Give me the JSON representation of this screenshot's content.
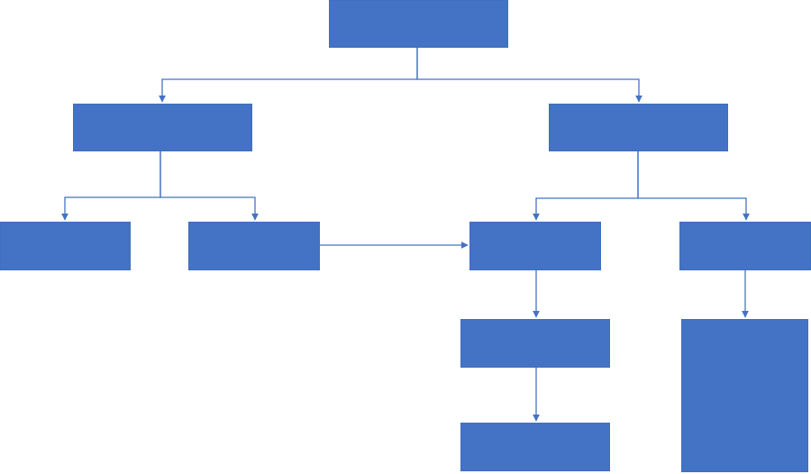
{
  "colors": {
    "node_fill": "#4472c4",
    "node_border": "#3f6fbf",
    "connector": "#4472c4",
    "background": "#ffffff"
  },
  "nodes": [
    {
      "id": "root",
      "label": ""
    },
    {
      "id": "left-branch",
      "label": ""
    },
    {
      "id": "right-branch",
      "label": ""
    },
    {
      "id": "left-leaf-a",
      "label": ""
    },
    {
      "id": "left-leaf-b",
      "label": ""
    },
    {
      "id": "right-child-a",
      "label": ""
    },
    {
      "id": "right-child-b",
      "label": ""
    },
    {
      "id": "right-grandchild-a1",
      "label": ""
    },
    {
      "id": "right-grandchild-a2",
      "label": ""
    },
    {
      "id": "right-grandchild-b1",
      "label": ""
    }
  ],
  "edges": [
    {
      "from": "root",
      "to": "left-branch"
    },
    {
      "from": "root",
      "to": "right-branch"
    },
    {
      "from": "left-branch",
      "to": "left-leaf-a"
    },
    {
      "from": "left-branch",
      "to": "left-leaf-b"
    },
    {
      "from": "right-branch",
      "to": "right-child-a"
    },
    {
      "from": "right-branch",
      "to": "right-child-b"
    },
    {
      "from": "left-leaf-b",
      "to": "right-child-a"
    },
    {
      "from": "right-child-a",
      "to": "right-grandchild-a1"
    },
    {
      "from": "right-grandchild-a1",
      "to": "right-grandchild-a2"
    },
    {
      "from": "right-child-b",
      "to": "right-grandchild-b1"
    }
  ]
}
